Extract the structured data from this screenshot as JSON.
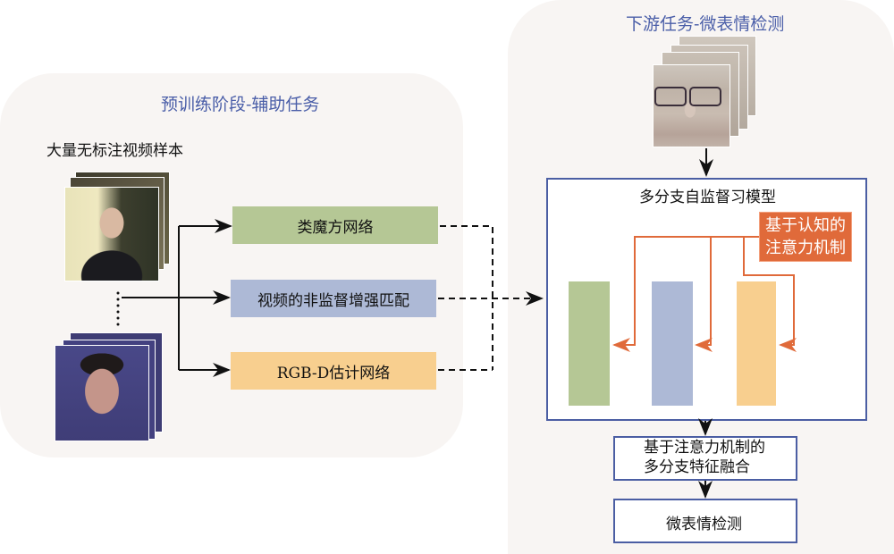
{
  "pretrain": {
    "title": "预训练阶段-辅助任务",
    "samples_label": "大量无标注视频样本",
    "tasks": [
      {
        "label": "类魔方网络",
        "color": "#b5c795"
      },
      {
        "label": "视频的非监督增强匹配",
        "color": "#adb9d6"
      },
      {
        "label": "RGB-D估计网络",
        "color": "#f8cf8f"
      }
    ]
  },
  "downstream": {
    "title": "下游任务-微表情检测",
    "model_title": "多分支自监督习模型",
    "attention_label_line1": "基于认知的",
    "attention_label_line2": "注意力机制",
    "fusion_line1": "基于注意力机制的",
    "fusion_line2": "多分支特征融合",
    "detection": "微表情检测",
    "branch_colors": [
      "#b5c795",
      "#adb9d6",
      "#f8cf8f"
    ]
  },
  "colors": {
    "title_blue": "#4a5ea8",
    "outline_blue": "#4b5ea3",
    "attention_orange": "#e06a3a",
    "panel_bg": "#f8f5f3"
  }
}
